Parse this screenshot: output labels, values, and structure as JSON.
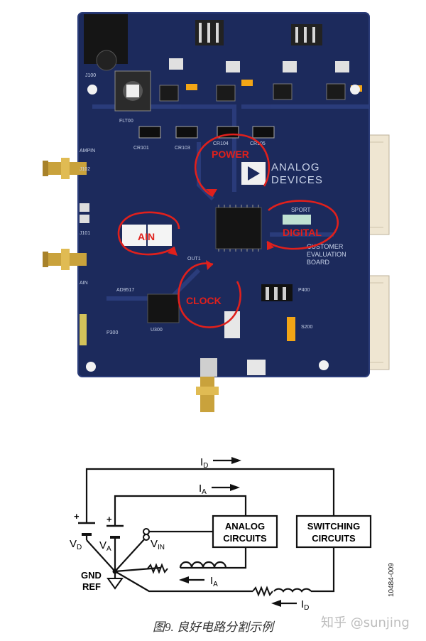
{
  "board": {
    "brand_line1": "ANALOG",
    "brand_line2": "DEVICES",
    "eval_line1": "CUSTOMER",
    "eval_line2": "EVALUATION",
    "eval_line3": "BOARD",
    "silk": {
      "j101": "J101",
      "ampin": "AMPIN",
      "j102": "J102",
      "ain": "AIN",
      "ad9517": "AD9517",
      "flt": "FLT00",
      "j100": "J100",
      "u300": "U300",
      "p400": "P400",
      "cr101": "CR101",
      "cr103": "CR103",
      "cr104": "CR104",
      "cr105": "CR105",
      "out1": "OUT1",
      "sport": "SPORT",
      "p300": "P300",
      "s200": "S200"
    },
    "annotations": {
      "power": "POWER",
      "ain": "AIN",
      "digital": "DIGITAL",
      "clock": "CLOCK"
    },
    "colors": {
      "pcb": "#1c2a5c",
      "annotation": "#e0201c"
    }
  },
  "schematic": {
    "i_d": "I",
    "i_d_sub": "D",
    "i_a": "I",
    "i_a_sub": "A",
    "v_d": "V",
    "v_d_sub": "D",
    "v_a": "V",
    "v_a_sub": "A",
    "v_in": "V",
    "v_in_sub": "IN",
    "plus": "+",
    "gnd_line1": "GND",
    "gnd_line2": "REF",
    "analog_line1": "ANALOG",
    "analog_line2": "CIRCUITS",
    "switch_line1": "SWITCHING",
    "switch_line2": "CIRCUITS",
    "figure_code": "10484-009"
  },
  "caption": "图9. 良好电路分割示例",
  "watermark": "知乎 @sunjing"
}
